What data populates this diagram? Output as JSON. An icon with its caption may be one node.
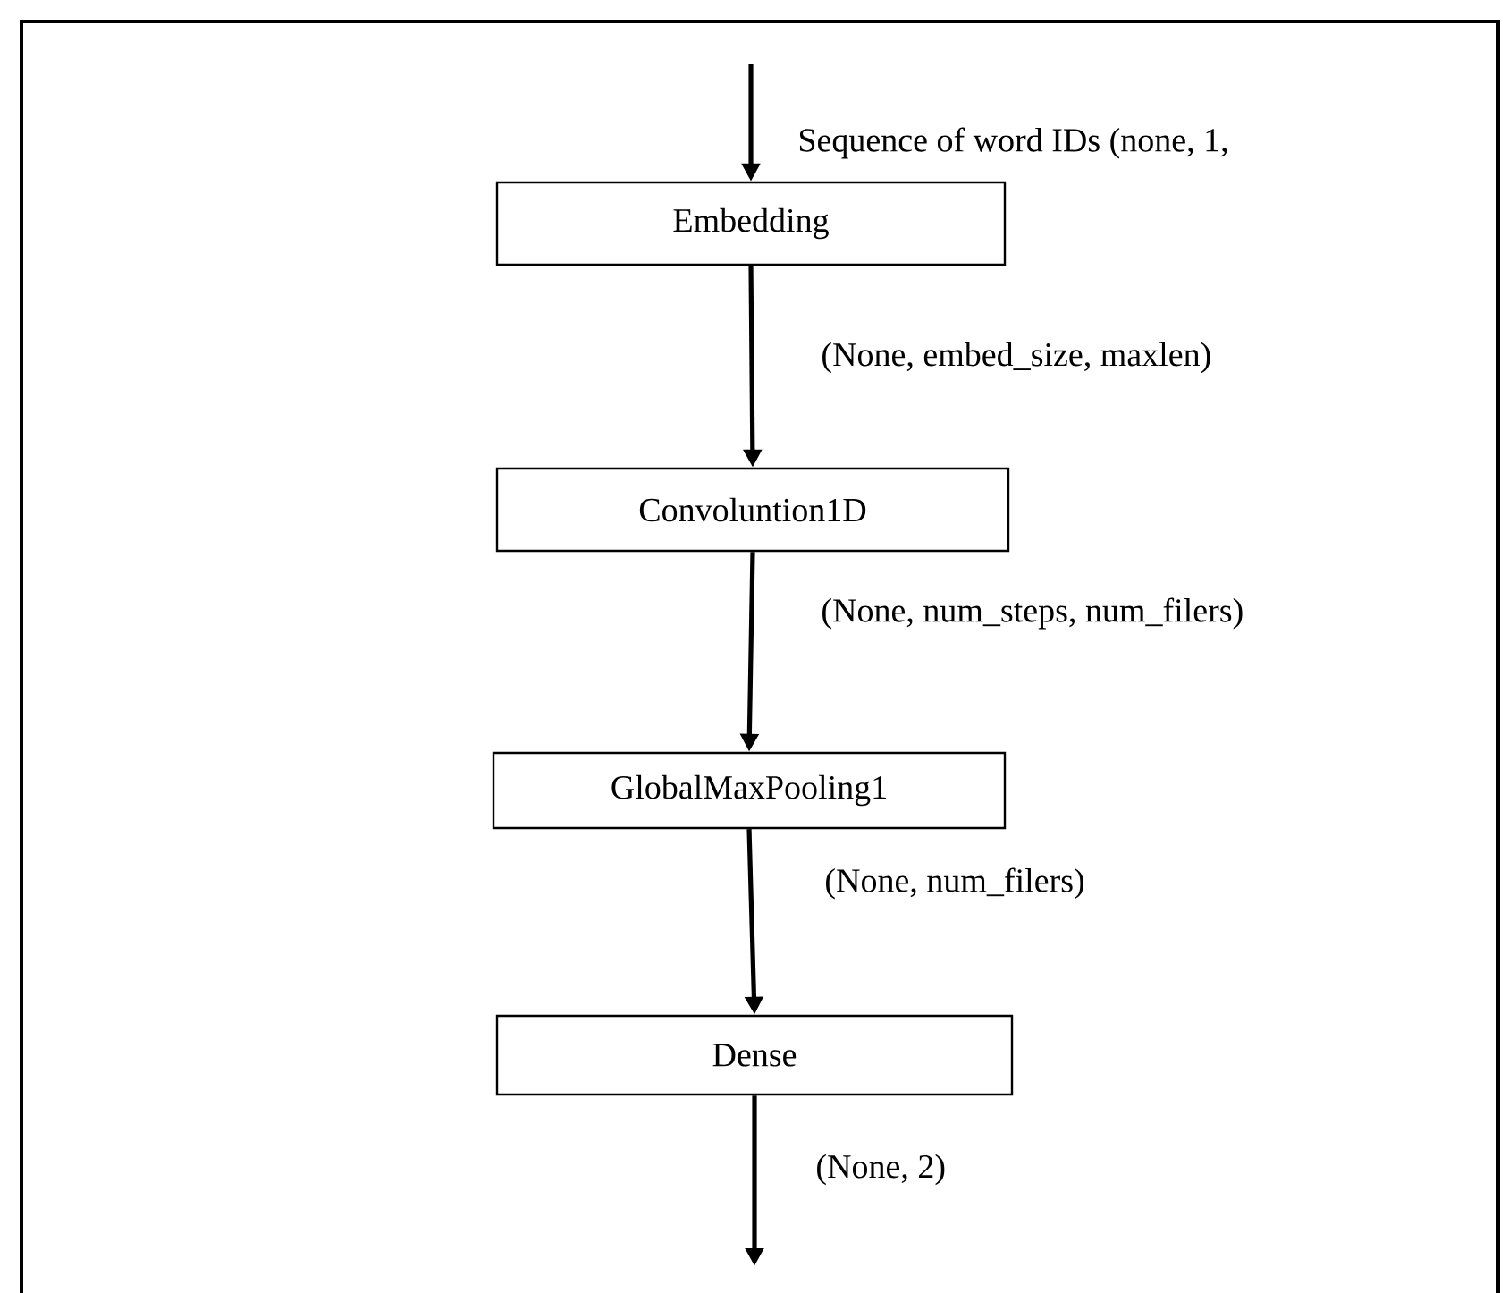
{
  "diagram": {
    "nodes": [
      {
        "text": [
          "Embedding"
        ]
      },
      {
        "text": [
          "Convoluntion1D"
        ]
      },
      {
        "text": [
          "GlobalMaxPooling1"
        ]
      },
      {
        "text": [
          "Dense"
        ]
      }
    ],
    "edges": [
      {
        "from": null,
        "to": 0,
        "arrow": "to",
        "label": "Sequence of word IDs (none, 1,"
      },
      {
        "from": 0,
        "to": 1,
        "arrow": "to",
        "label": "(None, embed_size, maxlen)"
      },
      {
        "from": 1,
        "to": 2,
        "arrow": "to",
        "label": "(None, num_steps, num_filers)"
      },
      {
        "from": 2,
        "to": 3,
        "arrow": "to",
        "label": "(None, num_filers)"
      },
      {
        "from": 3,
        "to": null,
        "arrow": "to",
        "label": "(None, 2)"
      }
    ]
  }
}
